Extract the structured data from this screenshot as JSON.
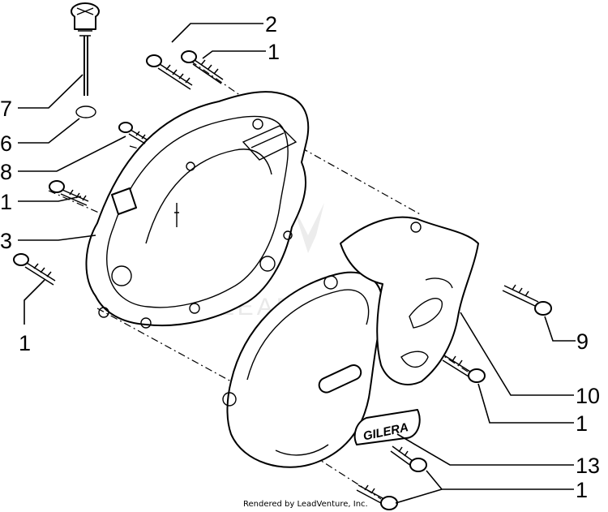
{
  "callouts": {
    "c1_top": "1",
    "c2": "2",
    "c7": "7",
    "c6": "6",
    "c8": "8",
    "c1_left": "1",
    "c3": "3",
    "c1_lower_left": "1",
    "c9": "9",
    "c10": "10",
    "c1_right": "1",
    "c13": "13",
    "c1_bottom": "1"
  },
  "emblem": {
    "text": "GILERA"
  },
  "watermark": {
    "text": "LEADVENTURE"
  },
  "credit": {
    "text": "Rendered by LeadVenture, Inc."
  }
}
